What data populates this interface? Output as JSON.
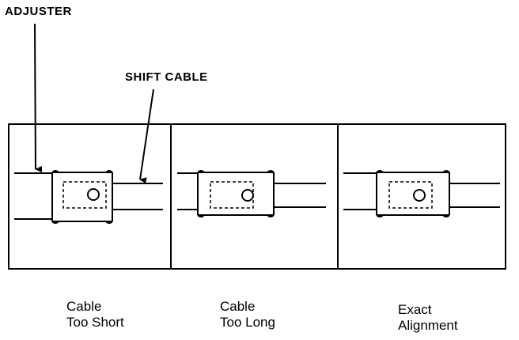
{
  "callouts": {
    "adjuster": "ADJUSTER",
    "shift_cable": "SHIFT CABLE"
  },
  "panels": [
    {
      "caption_line1": "Cable",
      "caption_line2": "Too Short"
    },
    {
      "caption_line1": "Cable",
      "caption_line2": "Too Long"
    },
    {
      "caption_line1": "Exact",
      "caption_line2": "Alignment"
    }
  ]
}
